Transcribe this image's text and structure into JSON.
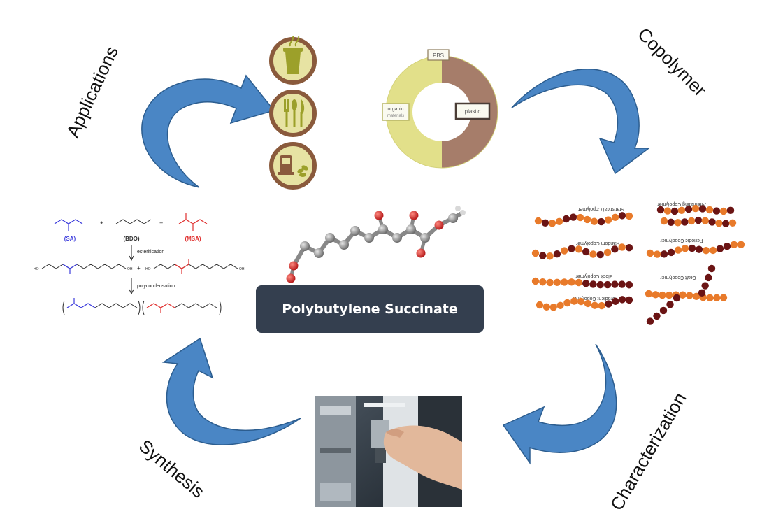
{
  "center": {
    "title": "Polybutylene Succinate"
  },
  "cycle_labels": {
    "applications": "Applications",
    "copolymer": "Copolymer",
    "characterization": "Characterization",
    "synthesis": "Synthesis"
  },
  "donut": {
    "tag_top": "PBS",
    "tag_left_line1": "organic",
    "tag_left_line2": "materials",
    "tag_right": "plastic"
  },
  "synthesis_scheme": {
    "sa": "(SA)",
    "bdo": "(BDO)",
    "msa": "(MSA)",
    "plus": "+",
    "step1": "esterification",
    "step2": "polycondensation",
    "ho": "HO",
    "oh": "OH"
  },
  "copolymer_types": {
    "alternating": "Alternating Copolymer",
    "random": "Random Copolymer",
    "block": "Block Copolymer",
    "graft": "Graft Copolymer",
    "gradient": "Gradient Copolymer",
    "statistical": "Statistical Copolymer",
    "periodic": "Periodic Copolymer"
  },
  "colors": {
    "arrow": "#4a86c5",
    "arrow_edge": "#2c5d8f",
    "icon_ring": "#8a5a3c",
    "icon_fill": "#e7e3a3",
    "icon_glyph": "#9ca02a",
    "donut_yellow": "#e2e08a",
    "donut_brown": "#a67d6a",
    "center_box": "#343f4f",
    "monomer_orange": "#e87a2a",
    "monomer_dark": "#6b1414",
    "sa_blue": "#3b3bdc",
    "msa_red": "#e0302f"
  }
}
